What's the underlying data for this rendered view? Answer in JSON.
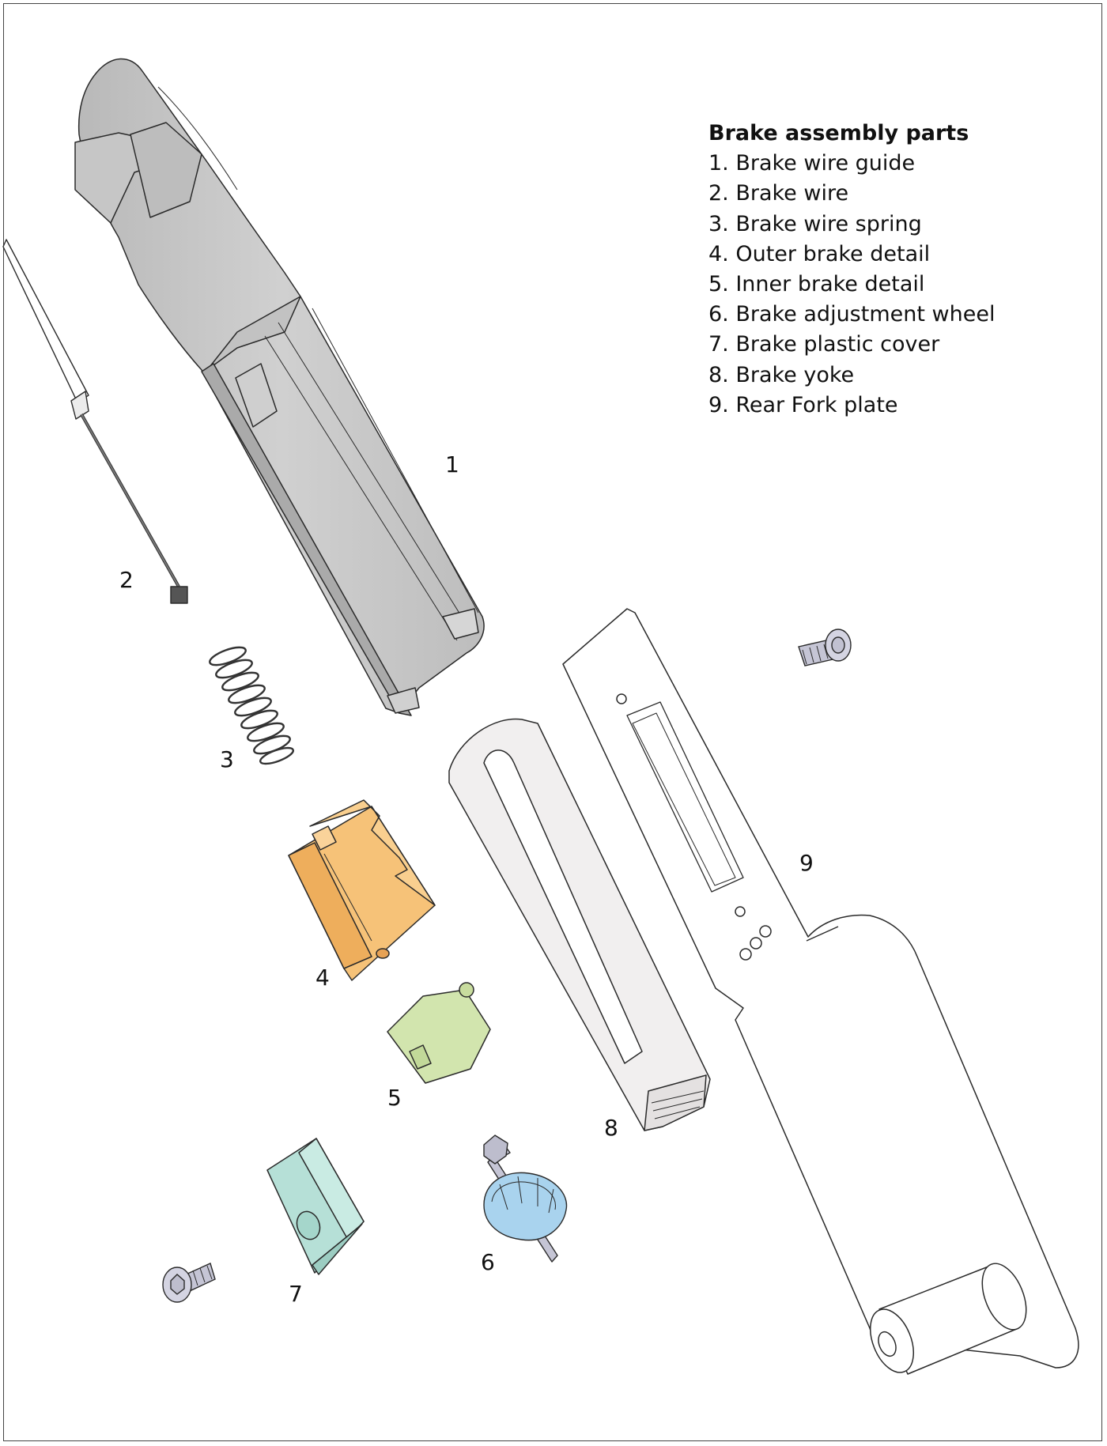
{
  "legend": {
    "title": "Brake assembly parts",
    "items": [
      "1. Brake wire guide",
      "2. Brake wire",
      "3. Brake wire spring",
      "4. Outer brake detail",
      "5. Inner brake detail",
      "6. Brake adjustment wheel",
      "7. Brake plastic cover",
      "8. Brake yoke",
      "9. Rear Fork plate"
    ]
  },
  "callouts": [
    "1",
    "2",
    "3",
    "4",
    "5",
    "6",
    "7",
    "8",
    "9"
  ],
  "colors": {
    "wire_guide": "#c8c8c8",
    "outer_brake_detail": "#f6c278",
    "inner_brake_detail": "#d2e5ae",
    "adjustment_wheel": "#a9d3ee",
    "plastic_cover": "#b6e0d7",
    "brake_yoke": "#f1efef",
    "fork_plate": "#ffffff",
    "screws": "#c5c5d5",
    "outline": "#2a2a2a"
  }
}
